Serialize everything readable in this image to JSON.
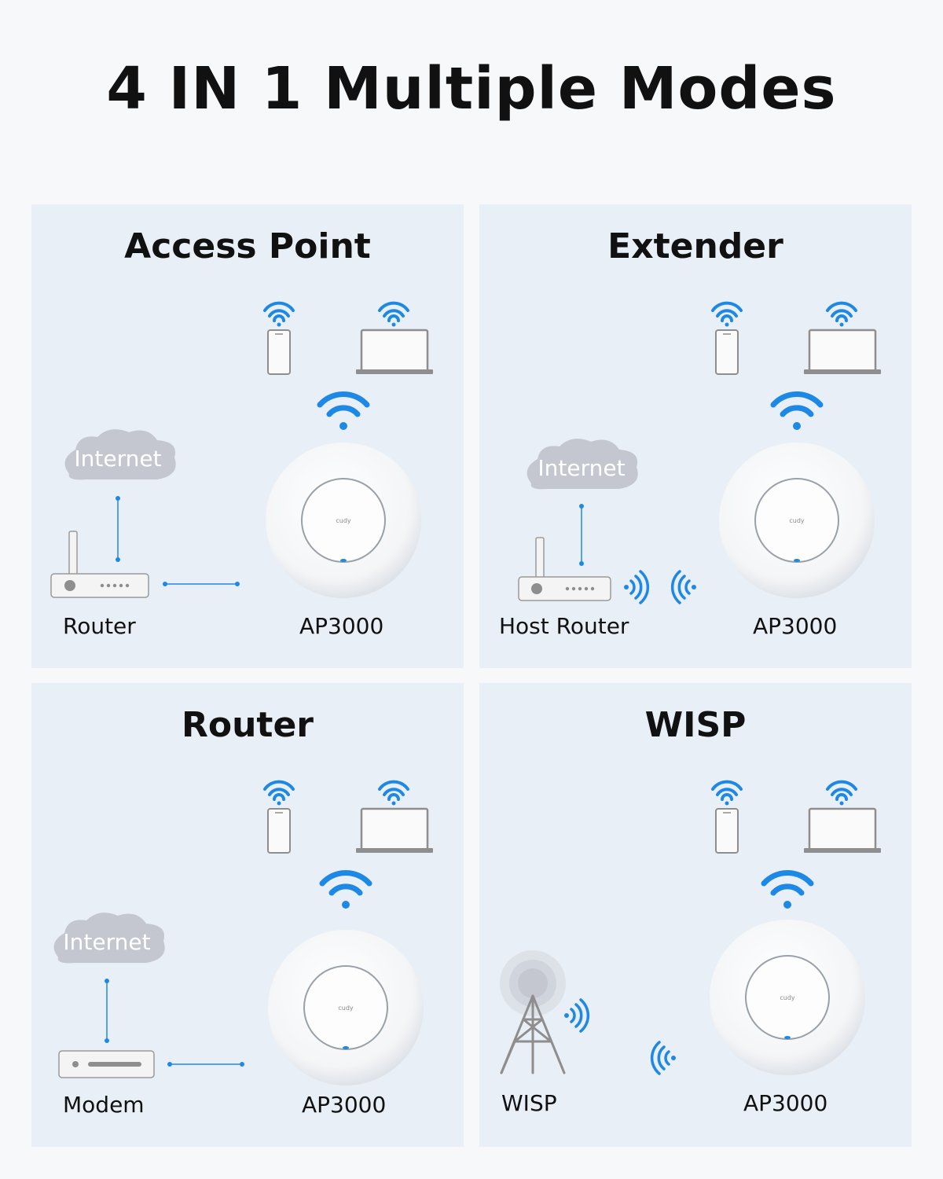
{
  "title": "4 IN 1 Multiple Modes",
  "colors": {
    "accent": "#1e88e5",
    "panel_bg": "#e9eff6",
    "gray": "#8e8e8e",
    "cloud": "#c4c7cf"
  },
  "panels": [
    {
      "title": "Access Point",
      "source_label": "Router",
      "device_label": "AP3000",
      "cloud_label": "Internet",
      "ap_logo": "cudy"
    },
    {
      "title": "Extender",
      "source_label": "Host Router",
      "device_label": "AP3000",
      "cloud_label": "Internet",
      "ap_logo": "cudy"
    },
    {
      "title": "Router",
      "source_label": "Modem",
      "device_label": "AP3000",
      "cloud_label": "Internet",
      "ap_logo": "cudy"
    },
    {
      "title": "WISP",
      "source_label": "WISP",
      "device_label": "AP3000",
      "ap_logo": "cudy"
    }
  ]
}
